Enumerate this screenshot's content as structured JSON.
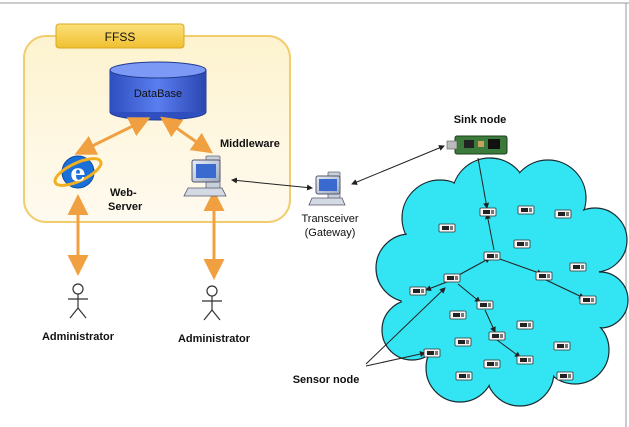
{
  "ffss": {
    "label": "FFSS"
  },
  "database": {
    "label": "DataBase"
  },
  "web_server": {
    "label_line1": "Web-",
    "label_line2": "Server"
  },
  "middleware": {
    "label": "Middleware"
  },
  "transceiver": {
    "label_line1": "Transceiver",
    "label_line2": "(Gateway)"
  },
  "sink_node": {
    "label": "Sink node"
  },
  "sensor_node": {
    "label": "Sensor node"
  },
  "admin_left": {
    "label": "Administrator"
  },
  "admin_right": {
    "label": "Administrator"
  },
  "colors": {
    "ffss_panel": "#fdf6d8",
    "ffss_border": "#f2cd6e",
    "ffss_tab": "#f7d24a",
    "database": "#3a5fd6",
    "orange_link": "#f0a040",
    "cloud": "#33e5f2",
    "cloud_outline": "#1a2a30",
    "thin_link": "#222222"
  },
  "icons": {
    "web_server": "internet-explorer-icon",
    "middleware": "computer-icon",
    "transceiver": "computer-icon",
    "sink_node": "circuit-board-icon",
    "sensor": "sensor-mote-icon",
    "admin": "stick-figure-icon"
  }
}
